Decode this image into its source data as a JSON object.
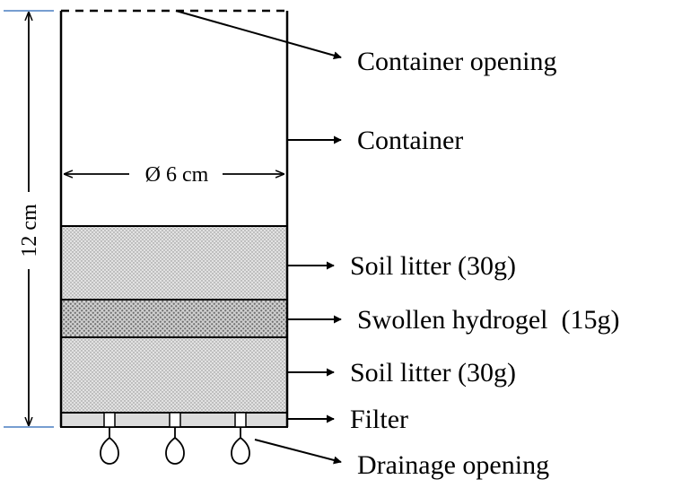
{
  "dimensions": {
    "height": "12 cm",
    "diameter": "Ø 6 cm"
  },
  "labels": {
    "container_opening": "Container opening",
    "container": "Container",
    "soil_litter_top": "Soil litter (30g)",
    "swollen_hydrogel": "Swollen hydrogel  (15g)",
    "soil_litter_bottom": "Soil litter (30g)",
    "filter": "Filter",
    "drainage_opening": "Drainage opening"
  },
  "colors": {
    "outline": "#000000",
    "soil_fill": "#d4d4d4",
    "hydrogel_fill": "#bdbdbd",
    "filter_fill": "#dcdcdc",
    "dimension_tick": "#4a7fc0"
  }
}
